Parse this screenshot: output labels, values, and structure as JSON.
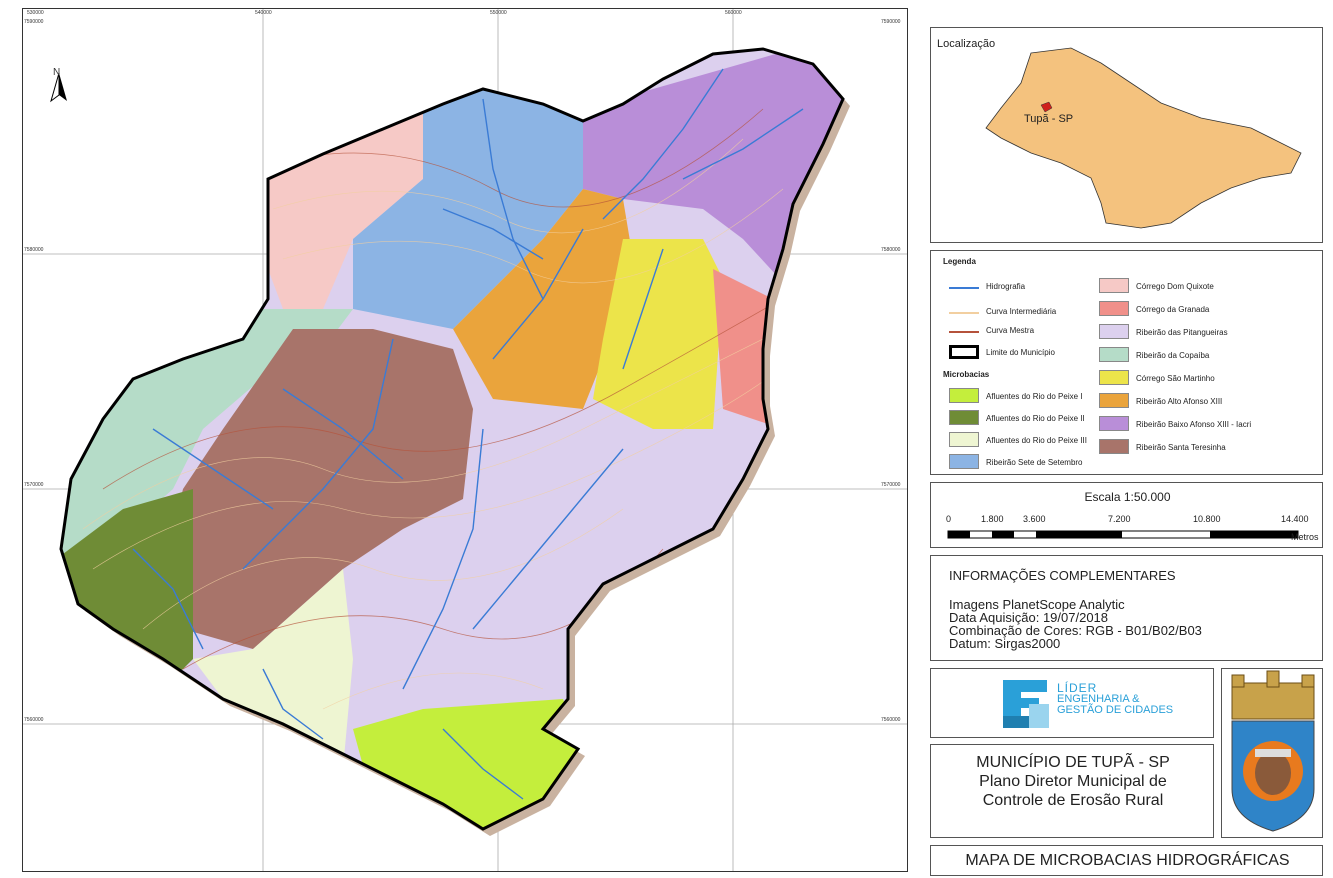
{
  "map": {
    "north_label": "N",
    "top_coords": [
      "530000",
      "540000",
      "550000",
      "560000"
    ],
    "left_coords": [
      "7590000",
      "7580000",
      "7570000",
      "7560000"
    ],
    "right_coords": [
      "7590000",
      "7580000",
      "7570000",
      "7560000"
    ]
  },
  "location": {
    "title": "Localização",
    "city_label": "Tupã - SP",
    "state_color": "#f4c27e",
    "city_color": "#d0211c"
  },
  "legend": {
    "title": "Legenda",
    "lines": [
      {
        "label": "Hidrografia",
        "color": "#3a7bd5"
      },
      {
        "label": "Curva Intermediária",
        "color": "#f2cfa0"
      },
      {
        "label": "Curva Mestra",
        "color": "#b5523b"
      },
      {
        "label": "Limite do Município",
        "color": "#000000"
      }
    ],
    "microbacias_title": "Microbacias",
    "left_items": [
      {
        "label": "Afluentes do Rio do Peixe I",
        "color": "#c4ee3c"
      },
      {
        "label": "Afluentes do Rio do Peixe II",
        "color": "#6f8c36"
      },
      {
        "label": "Afluentes do Rio do Peixe III",
        "color": "#eef5d2"
      },
      {
        "label": "Ribeirão Sete de Setembro",
        "color": "#8cb4e4"
      }
    ],
    "right_items": [
      {
        "label": "Córrego Dom Quixote",
        "color": "#f6c9c6"
      },
      {
        "label": "Córrego da Granada",
        "color": "#f0908a"
      },
      {
        "label": "Ribeirão das Pitangueiras",
        "color": "#dcd0ee"
      },
      {
        "label": "Ribeirão da Copaíba",
        "color": "#b5dcc8"
      },
      {
        "label": "Córrego São Martinho",
        "color": "#ece44a"
      },
      {
        "label": "Ribeirão Alto Afonso XIII",
        "color": "#eaa43c"
      },
      {
        "label": "Ribeirão Baixo Afonso XIII - Iacri",
        "color": "#b98ed8"
      },
      {
        "label": "Ribeirão Santa Teresinha",
        "color": "#a8746a"
      }
    ]
  },
  "scale": {
    "title": "Escala 1:50.000",
    "ticks": [
      "0",
      "1.800",
      "3.600",
      "7.200",
      "10.800",
      "14.400"
    ],
    "unit": "Metros"
  },
  "info": {
    "title": "INFORMAÇÕES COMPLEMENTARES",
    "lines": [
      "Imagens PlanetScope Analytic",
      "Data Aquisição: 19/07/2018",
      "Combinação de Cores: RGB - B01/B02/B03",
      "Datum: Sirgas2000"
    ]
  },
  "logo": {
    "name": "LÍDER",
    "line1": "ENGENHARIA &",
    "line2": "GESTÃO DE CIDADES",
    "color": "#2aa0d8"
  },
  "municipality": {
    "line1": "MUNICÍPIO DE TUPÃ - SP",
    "line2": "Plano Diretor Municipal de",
    "line3": "Controle de Erosão Rural"
  },
  "map_title": "MAPA DE MICROBACIAS HIDROGRÁFICAS"
}
